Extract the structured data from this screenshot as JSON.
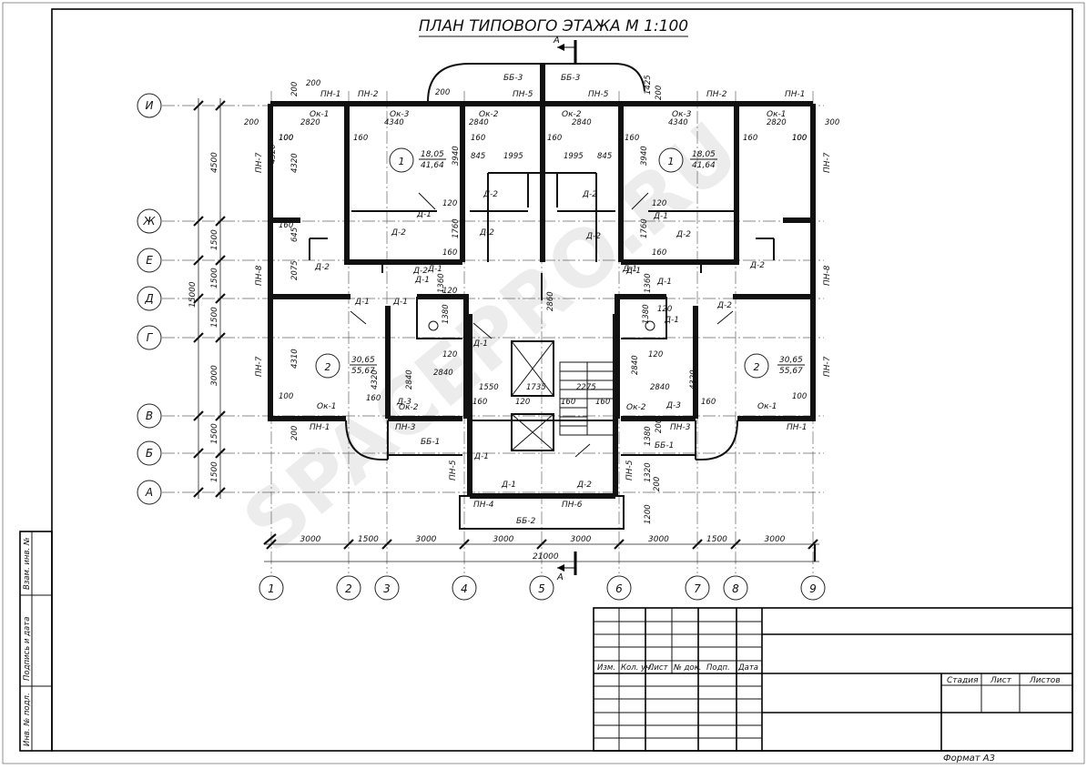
{
  "drawing": {
    "title": "ПЛАН ТИПОВОГО ЭТАЖА М 1:100",
    "section_mark": "А",
    "format": "Формат А3",
    "watermark": "SPACEPRO.RU"
  },
  "axes": {
    "vertical": [
      "1",
      "2",
      "3",
      "4",
      "5",
      "6",
      "7",
      "8",
      "9"
    ],
    "horizontal": [
      "И",
      "Ж",
      "Е",
      "Д",
      "Г",
      "В",
      "Б",
      "А"
    ]
  },
  "dimensions": {
    "bottom_spans": [
      "3000",
      "1500",
      "3000",
      "3000",
      "3000",
      "3000",
      "1500",
      "3000"
    ],
    "bottom_total": "21000",
    "left_spans": [
      "4500",
      "1500",
      "1500",
      "1500",
      "3000",
      "1500",
      "1500"
    ],
    "left_total": "15000",
    "left_inner": [
      "200",
      "4320",
      "645",
      "2075",
      "4310",
      "200"
    ],
    "right_inner": [
      "1425",
      "200",
      "200",
      "1380",
      "1320",
      "200",
      "1200"
    ]
  },
  "rooms": [
    {
      "num": "1",
      "area1": "18,05",
      "area2": "41,64"
    },
    {
      "num": "1",
      "area1": "18,05",
      "area2": "41,64"
    },
    {
      "num": "2",
      "area1": "30,65",
      "area2": "55,67"
    },
    {
      "num": "2",
      "area1": "30,65",
      "area2": "55,67"
    }
  ],
  "labels": {
    "top": [
      "ПН-1",
      "ПН-2",
      "ПН-5",
      "ПН-5",
      "ПН-2",
      "ПН-1",
      "ББ-3",
      "ББ-3",
      "Ок-1",
      "Ок-3",
      "Ок-2",
      "Ок-2",
      "Ок-3",
      "Ок-1"
    ],
    "top_dims": [
      "2820",
      "4340",
      "2840",
      "2840",
      "4340",
      "2820",
      "200",
      "300",
      "100",
      "100",
      "200",
      "200"
    ],
    "inner_dims": [
      "160",
      "160",
      "160",
      "160",
      "160",
      "160",
      "845",
      "1995",
      "1995",
      "845",
      "3940",
      "3940",
      "4320",
      "100",
      "100",
      "120",
      "120",
      "1760",
      "1760",
      "160",
      "160",
      "1360",
      "1360",
      "120",
      "120",
      "2860",
      "1380",
      "1380",
      "120",
      "120",
      "2840",
      "2840",
      "2840",
      "2840",
      "4320",
      "4320",
      "100",
      "100",
      "1550",
      "1735",
      "2275",
      "120",
      "160",
      "160",
      "160",
      "160",
      "160"
    ],
    "doors": [
      "Д-1",
      "Д-2",
      "Д-1",
      "Д-2",
      "Д-1",
      "Д-2",
      "Д-1",
      "Д-2",
      "Д-2",
      "Д-2",
      "Д-2",
      "Д-2",
      "Д-1",
      "Д-1",
      "Д-1",
      "Д-1",
      "Д-1",
      "Д-2",
      "Д-1",
      "Д-1",
      "Д-3",
      "Д-3",
      "Д-1",
      "Д-2",
      "Д-1",
      "Д-2"
    ],
    "side": [
      "ПН-7",
      "ПН-8",
      "ПН-7",
      "ПН-7",
      "ПН-8",
      "ПН-7"
    ],
    "bottom": [
      "Ок-1",
      "Ок-2",
      "Ок-2",
      "Ок-1",
      "ПН-1",
      "ПН-3",
      "ПН-3",
      "ПН-1",
      "ББ-1",
      "ББ-1",
      "ПН-5",
      "ПН-5",
      "ПН-4",
      "ПН-6",
      "ББ-2"
    ]
  },
  "side_stamp": [
    "Взам. инв. №",
    "Подпись и дата",
    "Инв. № подл."
  ],
  "title_block": {
    "headers": [
      "Изм.",
      "Кол. уч.",
      "Лист",
      "№ док.",
      "Подп.",
      "Дата"
    ],
    "stage_headers": [
      "Стадия",
      "Лист",
      "Листов"
    ]
  }
}
